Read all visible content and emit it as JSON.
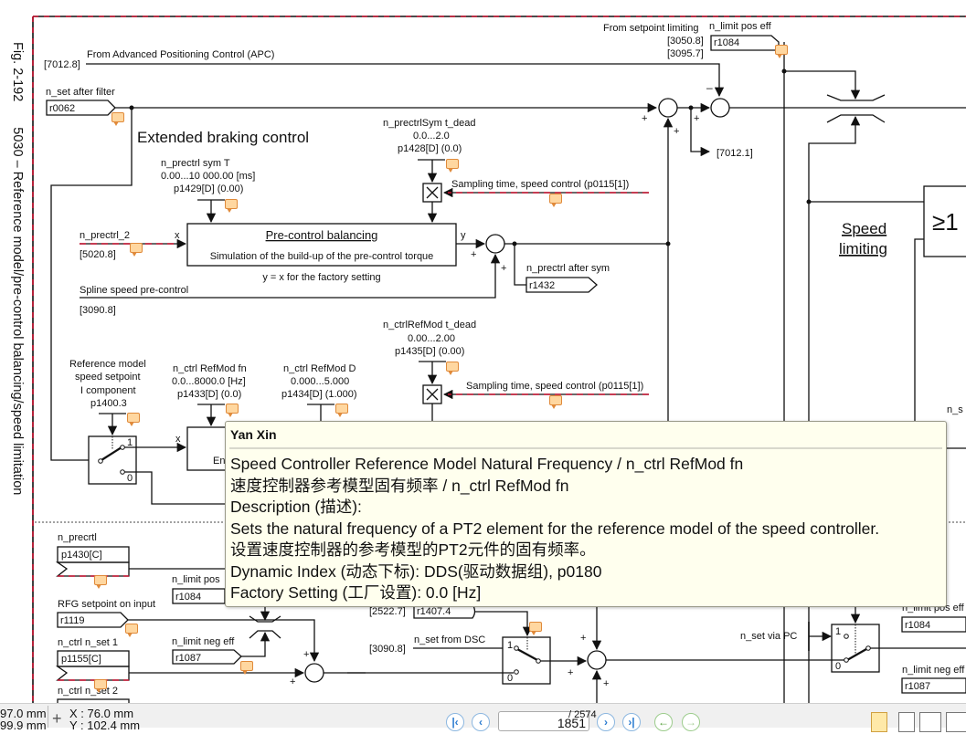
{
  "figure": {
    "number": "Fig. 2-192",
    "title": "5030 – Reference model/pre-control balancing/speed limitation"
  },
  "signals": {
    "apc_ref": "[7012.8]",
    "apc_label": "From Advanced Positioning Control (APC)",
    "nset_filter_label": "n_set after filter",
    "nset_filter_param": "r0062",
    "setpoint_limiting_label": "From setpoint limiting",
    "setpoint_limiting_ref1": "[3050.8]",
    "setpoint_limiting_ref2": "[3095.7]",
    "nlimit_pos_label": "n_limit pos eff",
    "nlimit_pos_param": "r1084",
    "out_ref_7012": "[7012.1]",
    "ext_braking_title": "Extended braking control",
    "prectrl_symT_name": "n_prectrl sym T",
    "prectrl_symT_range": "0.00...10 000.00 [ms]",
    "prectrl_symT_param": "p1429[D] (0.00)",
    "prectrlSym_tdead_name": "n_prectrlSym t_dead",
    "prectrlSym_tdead_range": "0.0...2.0",
    "prectrlSym_tdead_param": "p1428[D] (0.0)",
    "sampling_time_1": "Sampling time, speed control (p0115[1])",
    "prectrl2_label": "n_prectrl_2",
    "prectrl2_ref": "[5020.8]",
    "x_label": "x",
    "y_label": "y",
    "precontrol_block_title": "Pre-control balancing",
    "precontrol_block_desc": "Simulation of the build-up of the pre-control torque",
    "factory_note": "y = x for the factory setting",
    "spline_label": "Spline speed pre-control",
    "spline_ref": "[3090.8]",
    "prectrl_after_sym_label": "n_prectrl after sym",
    "prectrl_after_sym_param": "r1432",
    "speed_limiting_line1": "Speed",
    "speed_limiting_line2": "limiting",
    "or_gate": "≥1",
    "refmod_tdead_name": "n_ctrlRefMod t_dead",
    "refmod_tdead_range": "0.00...2.00",
    "refmod_tdead_param": "p1435[D] (0.00)",
    "sampling_time_2": "Sampling time, speed control (p0115[1])",
    "refmodel_l1": "Reference model",
    "refmodel_l2": "speed setpoint",
    "refmodel_l3": "I component",
    "refmodel_param": "p1400.3",
    "refmod_fn_name": "n_ctrl RefMod fn",
    "refmod_fn_range": "0.0...8000.0 [Hz]",
    "refmod_fn_param": "p1433[D] (0.0)",
    "refmod_D_name": "n_ctrl RefMod D",
    "refmod_D_range": "0.000...5.000",
    "refmod_D_param": "p1434[D] (1.000)",
    "switch_1": "1",
    "switch_0": "0",
    "block_partial": "En",
    "nset_right_partial": "n_s",
    "prectrl_label": "n_precrtl",
    "prectrl_param": "p1430[C]",
    "nlimit_pos_label2": "n_limit pos",
    "nlimit_pos_param2": "r1084",
    "rfg_label": "RFG setpoint on input",
    "rfg_param": "r1119",
    "nset1_label": "n_ctrl n_set 1",
    "nset1_param": "p1155[C]",
    "nlimit_neg_label": "n_limit neg eff",
    "nlimit_neg_param": "r1087",
    "nset2_label": "n_ctrl n_set 2",
    "dsc_ref_top": "[2522.7]",
    "dsc_param": "r1407.4",
    "dsc_label": "n_set from DSC",
    "dsc_ref": "[3090.8]",
    "pc_label": "n_set via PC",
    "nlimit_pos_label3": "n_limit pos eff",
    "nlimit_pos_param3": "r1084",
    "nlimit_neg_label3": "n_limit neg eff",
    "nlimit_neg_param3": "r1087",
    "plus": "+",
    "minus": "–"
  },
  "tooltip": {
    "author": "Yan Xin",
    "lines": [
      "Speed Controller Reference Model Natural Frequency / n_ctrl RefMod fn",
      "速度控制器参考模型固有频率 / n_ctrl RefMod fn",
      "Description (描述):",
      "Sets the natural frequency of a PT2 element for the reference model of the speed controller.",
      "设置速度控制器的参考模型的PT2元件的固有频率。",
      "Dynamic Index (动态下标): DDS(驱动数据组), p0180",
      "Factory Setting (工厂设置): 0.0 [Hz]"
    ]
  },
  "statusbar": {
    "width_readout": "97.0 mm",
    "height_readout": "99.9 mm",
    "x_readout": "X :   76.0 mm",
    "y_readout": "Y :  102.4 mm",
    "current_page": "1851",
    "total_pages": "/ 2574"
  }
}
